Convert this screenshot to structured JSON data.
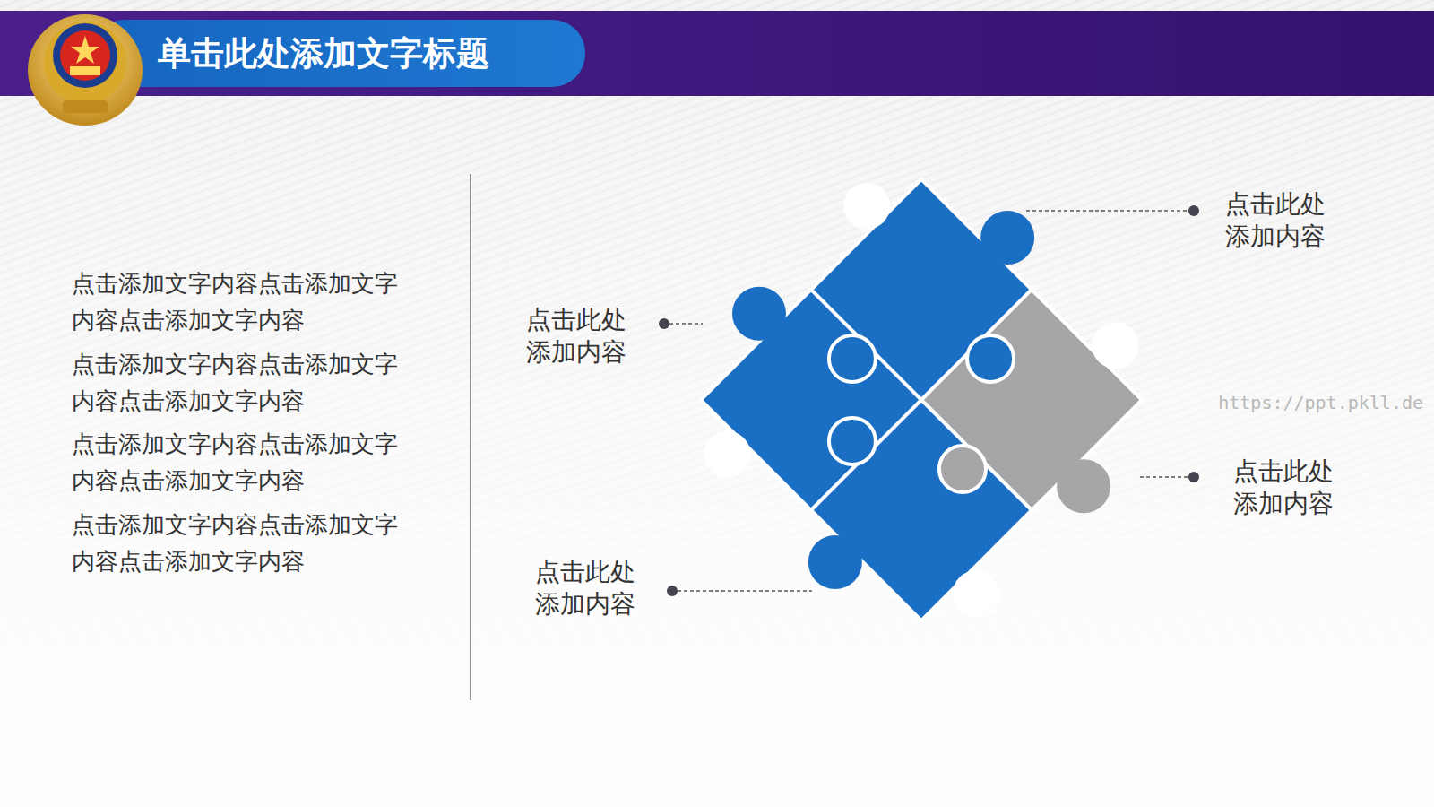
{
  "diagram": {
    "title": "单击此处添加文字标题",
    "labels": [
      "点击添加文字内容点击添加文字内容点击添加文字内容",
      "点击添加文字内容点击添加文字内容点击添加文字内容",
      "点击添加文字内容点击添加文字内容点击添加文字内容",
      "点击添加文字内容点击添加文字内容点击添加文字内容",
      "点击此处添加内容",
      "点击此处添加内容",
      "点击此处添加内容",
      "点击此处添加内容",
      "https://ppt.pkll.de"
    ]
  }
}
